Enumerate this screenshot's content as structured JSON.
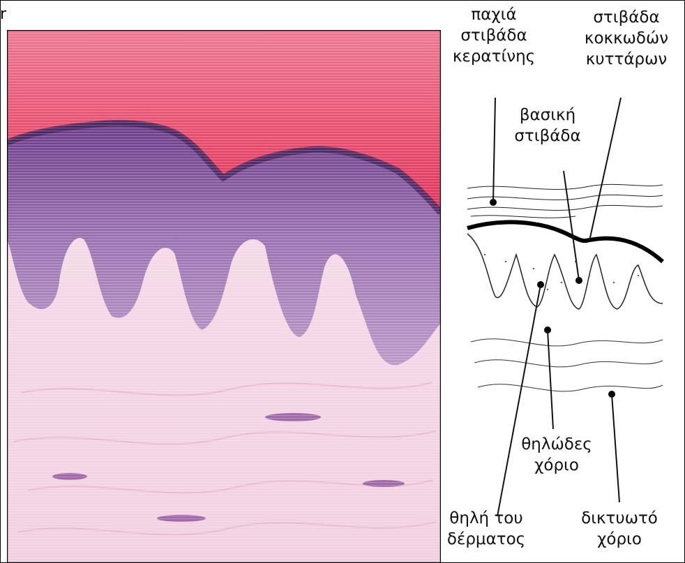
{
  "corner_text": "r",
  "labels": {
    "keratin": [
      "παχιά",
      "στιβάδα",
      "κερατίνης"
    ],
    "granular": [
      "στιβάδα",
      "κοκκωδών",
      "κυττάρων"
    ],
    "basal": [
      "βασική",
      "στιβάδα"
    ],
    "papillary": [
      "θηλώδες",
      "χόριο"
    ],
    "papilla": [
      "θηλή του",
      "δέρματος"
    ],
    "reticular": [
      "δικτυωτό",
      "χόριο"
    ]
  },
  "colors": {
    "keratin": "#e4506e",
    "epidermis": "#7a4e92",
    "dermis": "#f3dbe6",
    "ink": "#111111"
  }
}
